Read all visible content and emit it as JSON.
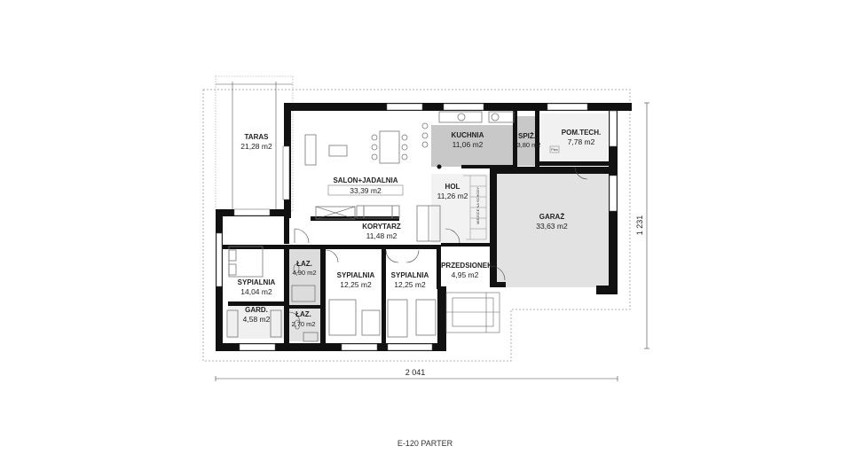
{
  "title": "E-120 PARTER",
  "dimensions": {
    "width": "2 041",
    "height": "1 231"
  },
  "rooms": {
    "taras": {
      "name": "TARAS",
      "area": "21,28 m2"
    },
    "salon": {
      "name": "SALON+JADALNIA",
      "area": "33,39 m2"
    },
    "kuchnia": {
      "name": "KUCHNIA",
      "area": "11,06 m2"
    },
    "spiz": {
      "name": "SPIŻ.",
      "area": "3,80 m2"
    },
    "pomtech": {
      "name": "POM.TECH.",
      "area": "7,78 m2"
    },
    "hol": {
      "name": "HOL",
      "area": "11,26 m2"
    },
    "garaz": {
      "name": "GARAŻ",
      "area": "33,63 m2"
    },
    "korytarz": {
      "name": "KORYTARZ",
      "area": "11,48 m2"
    },
    "sypialnia1": {
      "name": "SYPIALNIA",
      "area": "14,04 m2"
    },
    "laz1": {
      "name": "ŁAZ.",
      "area": "4,90 m2"
    },
    "sypialnia2": {
      "name": "SYPIALNIA",
      "area": "12,25 m2"
    },
    "sypialnia3": {
      "name": "SYPIALNIA",
      "area": "12,25 m2"
    },
    "przedsionek": {
      "name": "PRZEDSIONEK",
      "area": "4,95 m2"
    },
    "gard": {
      "name": "GARD.",
      "area": "4,58 m2"
    },
    "laz2": {
      "name": "ŁAZ.",
      "area": "2,70 m2"
    }
  },
  "notes": {
    "stair_note": "MIEJSCE NA SCHODY",
    "boiler": "Piec"
  }
}
